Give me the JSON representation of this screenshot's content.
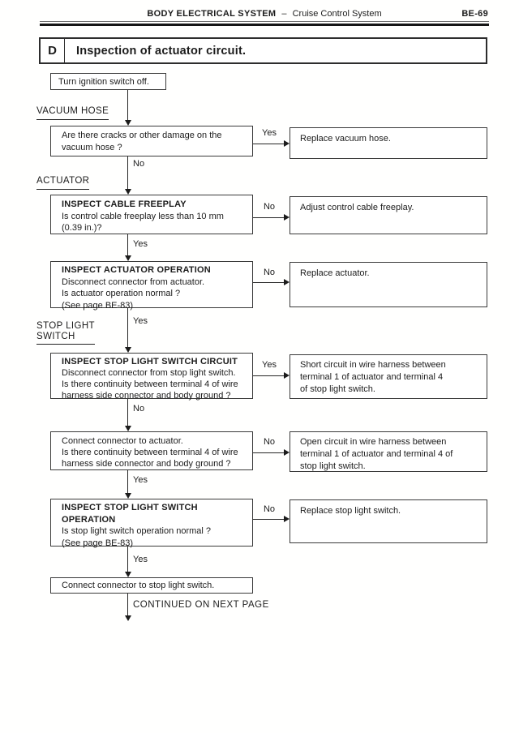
{
  "header": {
    "section_title": "BODY ELECTRICAL SYSTEM",
    "separator": "–",
    "subsystem": "Cruise Control System",
    "page_code": "BE-69"
  },
  "procedure": {
    "letter": "D",
    "title": "Inspection of actuator circuit."
  },
  "section_labels": {
    "vacuum_hose": "VACUUM HOSE",
    "actuator": "ACTUATOR",
    "stop_light_switch_line1": "STOP LIGHT",
    "stop_light_switch_line2": "SWITCH"
  },
  "labels": {
    "yes": "Yes",
    "no": "No",
    "continued": "CONTINUED ON NEXT PAGE"
  },
  "flow": {
    "start": {
      "text": "Turn ignition switch off."
    },
    "vacuum_check": {
      "lines": [
        "Are there cracks or other damage on the",
        "vacuum hose ?"
      ]
    },
    "vacuum_result": {
      "lines": [
        "Replace vacuum hose."
      ]
    },
    "cable_freeplay": {
      "title": "INSPECT  CABLE FREEPLAY",
      "lines": [
        "Is control cable freeplay less than 10 mm",
        "(0.39 in.)?"
      ]
    },
    "cable_freeplay_result": {
      "lines": [
        "Adjust control cable freeplay."
      ]
    },
    "actuator_operation": {
      "title": "INSPECT ACTUATOR OPERATION",
      "lines": [
        "Disconnect connector from actuator.",
        "Is actuator operation normal ?",
        "(See page BE-83)"
      ]
    },
    "actuator_result": {
      "lines": [
        "Replace actuator."
      ]
    },
    "sls_circuit": {
      "title": "INSPECT STOP LIGHT SWITCH CIRCUIT",
      "lines": [
        "Disconnect connector from stop light switch.",
        "Is there continuity between terminal 4 of wire",
        "harness side connector and body ground ?"
      ]
    },
    "sls_circuit_result": {
      "lines": [
        "Short circuit in wire harness between",
        "terminal 1 of actuator and terminal 4",
        "of stop light switch."
      ]
    },
    "connect_actuator": {
      "lines": [
        "Connect connector to actuator.",
        "Is there continuity between terminal 4 of wire",
        "harness side connector and body ground ?"
      ]
    },
    "connect_actuator_result": {
      "lines": [
        "Open circuit in wire harness between",
        "terminal 1 of actuator and terminal 4 of",
        "stop light switch."
      ]
    },
    "sls_operation": {
      "title_line1": "INSPECT STOP LIGHT SWITCH",
      "title_line2": "OPERATION",
      "lines": [
        "Is stop light switch operation normal ?",
        "(See page BE-83)"
      ]
    },
    "sls_operation_result": {
      "lines": [
        "Replace stop light switch."
      ]
    },
    "connect_sls": {
      "text": "Connect connector to stop light switch."
    }
  }
}
